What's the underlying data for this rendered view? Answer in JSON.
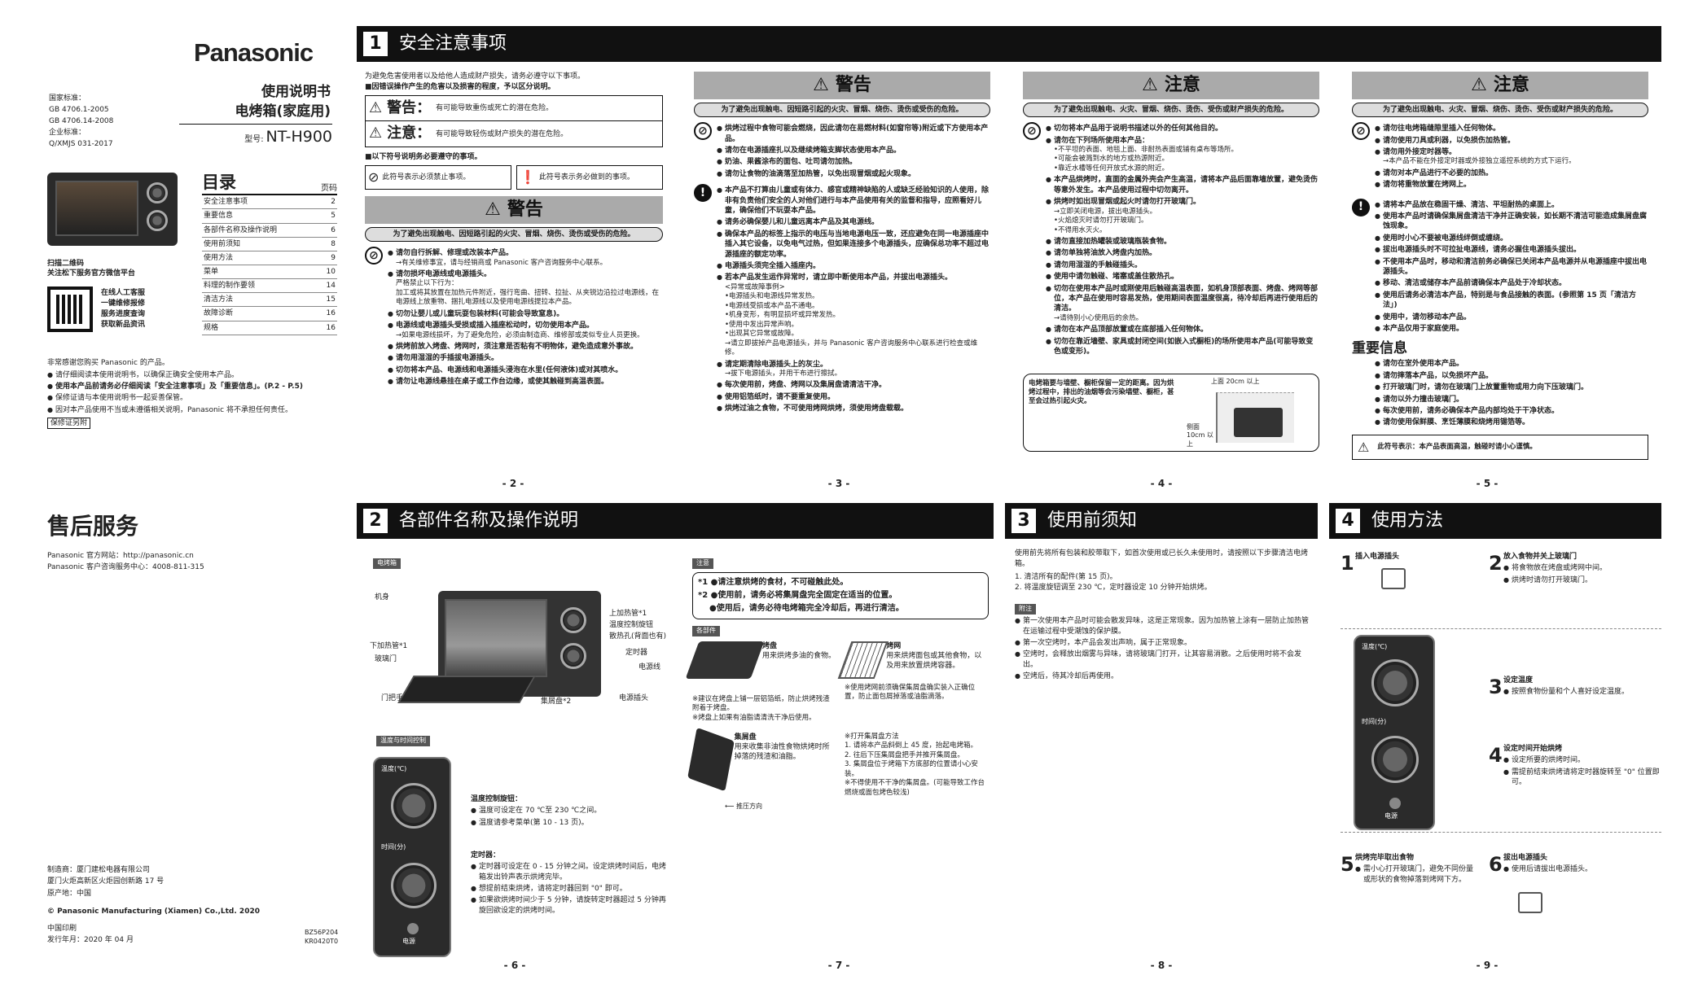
{
  "cover": {
    "brand": "Panasonic",
    "standards": [
      "国家标准：",
      "GB 4706.1-2005",
      "GB 4706.14-2008",
      "企业标准：",
      "Q/XMJS 031-2017"
    ],
    "title": "使用说明书",
    "product": "电烤箱(家庭用)",
    "model_label": "型号:",
    "model": "NT-H900",
    "toc_title": "目录",
    "toc_page_hdr": "页码",
    "toc": [
      [
        "安全注意事项",
        "2"
      ],
      [
        "重要信息",
        "5"
      ],
      [
        "各部件名称及操作说明",
        "6"
      ],
      [
        "使用前须知",
        "8"
      ],
      [
        "使用方法",
        "9"
      ],
      [
        "菜单",
        "10"
      ],
      [
        "料理的制作要领",
        "14"
      ],
      [
        "清洁方法",
        "15"
      ],
      [
        "故障诊断",
        "16"
      ],
      [
        "规格",
        "16"
      ]
    ],
    "qr_caption1": "扫描二维码",
    "qr_caption2": "关注松下服务官方微信平台",
    "qr_services": [
      "在线人工客服",
      "一键维修报修",
      "服务进度查询",
      "获取新品资讯"
    ],
    "intro": "非常感谢您购买 Panasonic 的产品。",
    "intro_bullets": [
      "请仔细阅读本使用说明书，以确保正确安全使用本产品。",
      "使用本产品前请务必仔细阅读「安全注意事项」及「重要信息」。(P.2 - P.5)",
      "保修证请与本使用说明书一起妥善保管。",
      "因对本产品使用不当或未遵循相关说明，Panasonic 将不承担任何责任。"
    ],
    "warranty_tag": "保修证另附"
  },
  "service": {
    "title": "售后服务",
    "website": "Panasonic 官方网站：http://panasonic.cn",
    "hotline": "Panasonic 客户咨询服务中心：4008-811-315",
    "maker": "制造商：厦门建松电器有限公司",
    "address": "厦门火炬高新区火炬园创新路 17 号",
    "origin": "原产地：中国",
    "copyright": "© Panasonic Manufacturing (Xiamen) Co.,Ltd. 2020",
    "printed": "中国印刷",
    "date": "发行年月：2020 年 04 月",
    "codes": [
      "BZ56P204",
      "KR0420T0"
    ]
  },
  "sec1": {
    "num": "1",
    "title": "安全注意事项",
    "intro1": "为避免危害使用者以及给他人造成财产损失，请务必遵守以下事项。",
    "intro2": "■因错误操作产生的危害以及损害的程度，予以区分说明。",
    "warn_label": "警告：",
    "warn_desc": "有可能导致重伤或死亡的潜在危险。",
    "caution_label": "注意：",
    "caution_desc": "有可能导致轻伤或财产损失的潜在危险。",
    "sym_intro": "■以下符号说明务必要遵守的事项。",
    "sym_forbid": "此符号表示必须禁止事项。",
    "sym_must": "此符号表示务必做到的事项。",
    "p2_head": "警告",
    "p2_banner": "为了避免出现触电、因短路引起的火灾、冒烟、烧伤、烫伤或受伤的危险。",
    "p2_items": [
      "请勿自行拆解、修理或改装本产品。",
      "→有关维修事宜，请与经销商或 Panasonic 客户咨询服务中心联系。",
      "请勿损坏电源线或电源插头。",
      "严格禁止以下行为：",
      "加工或将其放置在加热元件附近，强行弯曲、扭转、拉扯、从夹锐边沿拉过电源线，在电源线上放重物、捆扎电源线以及使用电源线提拉本产品。",
      "切勿让婴儿或儿童玩耍包装材料(可能会导致窒息)。",
      "电源线或电源插头受损或插入插座松动时，切勿使用本产品。",
      "→如果电源线损坏，为了避免危险，必须由制造商、维修部或类似专业人员更换。",
      "烘烤前放入烤盘、烤网时，须注意是否粘有不明物体，避免造成意外事故。",
      "请勿用湿湿的手插拔电源插头。",
      "切勿将本产品、电源线和电源插头浸泡在水里(任何液体)或对其喷水。",
      "请勿让电源线悬挂在桌子或工作台边缘，或使其触碰到高温表面。"
    ],
    "p3_head": "警告",
    "p3_banner": "为了避免出现触电、因短路引起的火灾、冒烟、烧伤、烫伤或受伤的危险。",
    "p3_items": [
      "烘烤过程中食物可能会燃烧，因此请勿在易燃材料(如窗帘等)附近或下方使用本产品。",
      "请勿在电源插座扎以及继续烤箱支脚状态使用本产品。",
      "奶油、果酱涂布的面包、吐司请勿加热。",
      "请勿让食物的油滴落至加热管，以免出现冒烟或起火现象。",
      "本产品不打算由儿童或有体力、感官或精神缺陷的人或缺乏经验知识的人使用，除非有负责他们安全的人对他们进行与本产品使用有关的监督和指导，应照看好儿童，确保他们不玩耍本产品。",
      "请务必确保婴儿和儿童远离本产品及其电源线。",
      "确保本产品的标签上指示的电压与当地电源电压一致，还应避免在同一电源插座中插入其它设备，以免电气过热，但如果连接多个电源插头，应确保总功率不超过电源插座的额定功率。",
      "电源插头须完全插入插座内。",
      "若本产品发生运作异常时，请立即中断使用本产品，并拔出电源插头。",
      "<异常或故障事例>",
      "•电源插头和电源线异常发热。",
      "•电源线受损或本产品不通电。",
      "•机身变形，有明显损坏或异常发热。",
      "•使用中发出异常声响。",
      "•出现其它异常或故障。",
      "→请立即拔掉产品电源插头，并与 Panasonic 客户咨询服务中心联系进行检查或维修。",
      "请定期清除电源插头上的灰尘。",
      "→拔下电源插头，并用干布进行擦拭。",
      "每次使用前，烤盘、烤网以及集屑盘请清洁干净。",
      "使用铝箔纸时，请不要重复使用。",
      "烘烤过油之食物，不可使用烤网烘烤，须使用烤盘载载。"
    ],
    "p4_head": "注意",
    "p4_banner": "为了避免出现触电、火灾、冒烟、烧伤、烫伤、受伤或财产损失的危险。",
    "p4_items": [
      "切勿将本产品用于说明书描述以外的任何其他目的。",
      "请勿在下列场所使用本产品：",
      "•不平坦的表面、地毯上面、非耐热表面或铺有桌布等场所。",
      "•可能会被溅到水的地方或热源附近。",
      "•靠近水槽等任何开放式水源的附近。",
      "本产品烘烤时，直面的金属外壳会产生高温，请将本产品后面靠墙放置，避免烫伤等意外发生。本产品使用过程中切勿离开。",
      "烘烤时如出现冒烟或起火时请勿打开玻璃门。",
      "→立即关闭电源，拔出电源插头。",
      "•火焰熄灭时请勿打开玻璃门。",
      "•不得用水灭火。",
      "请勿直接加热罐装或玻璃瓶装食物。",
      "请勿单独将油放入烤盘内加热。",
      "请勿用湿湿的手触碰插头。",
      "使用中请勿触碰、堵塞或盖住散热孔。",
      "切勿在使用本产品时或刚使用后触碰高温表面，如机身顶部表面、烤盘、烤网等部位，本产品在使用时容易发热，使用期间表面温度很高，待冷却后再进行使用后的清洁。",
      "→请待别小心使用后的余热。",
      "请勿在本产品顶部放置或在底部插入任何物体。",
      "切勿在靠近墙壁、家具或封闭空间(如嵌入式橱柜)的场所使用本产品(可能导致变色或变形)。"
    ],
    "p4_note": "电烤箱要与墙壁、橱柜保留一定的距离。因为烘烤过程中，排出的油烟等会污染墙壁、橱柜，甚至会过热引起火灾。",
    "p4_dim_top": "上面 20cm 以上",
    "p4_dim_side": "侧面 10cm 以上",
    "p5_head": "注意",
    "p5_banner": "为了避免出现触电、火灾、冒烟、烧伤、烫伤、受伤或财产损失的危险。",
    "p5_items": [
      "请勿往电烤箱缝隙里插入任何物体。",
      "请勿使用刀具或利器，以免损伤加热管。",
      "请勿用外接定时器等。",
      "→本产品不能在外接定时器或外接独立遥控系统的方式下运行。",
      "请勿对本产品进行不必要的加热。",
      "请勿将重物放置在烤网上。",
      "请将本产品放在稳固干燥、清洁、平坦耐热的桌面上。",
      "使用本产品时请确保集屑盘清洁干净并正确安装，如长期不清洁可能造成集屑盘腐蚀现象。",
      "使用时小心不要被电源线绊倒或缠绕。",
      "拔出电源插头时不可拉扯电源线，请务必握住电源插头拔出。",
      "不使用本产品时，移动和清洁前务必确保已关闭本产品电源并从电源插座中拔出电源插头。",
      "移动、清洁或储存本产品前请确保本产品处于冷却状态。",
      "使用后请务必清洁本产品，特别是与食品接触的表面。(参照第 15 页「清洁方法」)",
      "使用中，请勿移动本产品。",
      "本产品仅用于家庭使用。"
    ],
    "p5_imp_title": "重要信息",
    "p5_imp": [
      "请勿在室外使用本产品。",
      "请勿摔落本产品，以免损坏产品。",
      "打开玻璃门时，请勿在玻璃门上放置重物或用力向下压玻璃门。",
      "请勿以外力撞击玻璃门。",
      "每次使用前，请务必确保本产品内部均处于干净状态。",
      "请勿使用保鲜膜、烹饪薄膜和烧烤用锡箔等。"
    ],
    "p5_hot": "此符号表示：本产品表面高温，触碰时请小心谨慎。"
  },
  "sec2": {
    "num": "2",
    "title": "各部件名称及操作说明",
    "oven_tag": "电烤箱",
    "labels": [
      "机身",
      "上加热管*1",
      "温度控制旋钮",
      "散热孔(背面也有)",
      "定时器",
      "电源线",
      "下加热管*1",
      "玻璃门",
      "门把手",
      "集屑盘*2",
      "电源插头"
    ],
    "notes_tag": "注意",
    "notes": [
      "*1 ●请注意烘烤的食材，不可碰触此处。",
      "*2 ●使用前，请务必将集屑盘完全固定在适当的位置。",
      "●使用后，请务必待电烤箱完全冷却后，再进行清洁。"
    ],
    "acc_tag": "各部件",
    "tray_name": "烤盘",
    "tray_desc": "用来烘烤多油的食物。",
    "rack_name": "烤网",
    "rack_desc": "用来烘烤面包或其他食物，以及用来放置烘烤容器。",
    "tray_notes": [
      "※建议在烤盘上铺一层铝箔纸，防止烘烤残渣附着于烤盘。",
      "※烤盘上如果有油脂请清洗干净后使用。"
    ],
    "rack_notes": [
      "※使用烤网前须确保集屑盘确实装入正确位置，防止面包屑掉落或油脂滴落。"
    ],
    "crumb_name": "集屑盘",
    "crumb_desc": "用来收集非油性食物烘烤时所掉落的残渣和油脂。",
    "crumb_dir": "推压方向",
    "crumb_steps": [
      "※打开集屑盘方法",
      "1. 请将本产品斜倒上 45 度，抬起电烤箱。",
      "2. 往后下压集屑盘把手并推开集屑盘。",
      "3. 集屑盘位于烤箱下方底部的位置请小心安装。",
      "※不得使用不干净的集屑盘。(可能导致工作台燃烧或面包烤色较浅)"
    ],
    "ctl_tag": "温度与时间控制",
    "temp_head": "温度控制旋钮：",
    "temp_items": [
      "温度可设定在 70 ℃至 230 ℃之间。",
      "温度请参考菜单(第 10 - 13 页)。"
    ],
    "timer_head": "定时器：",
    "timer_items": [
      "定时器可设定在 0 - 15 分钟之间。设定烘烤时间后，电烤箱发出铃声表示烘烤完毕。",
      "想提前结束烘烤，请将定时器回到 \"0\" 即可。",
      "如果欲烘烤时间少于 5 分钟，请旋转定时器超过 5 分钟再旋回欲设定的烘烤时间。"
    ],
    "dial_temp": "温度(℃)",
    "dial_time": "时间(分)",
    "power": "电源"
  },
  "sec3": {
    "num": "3",
    "title": "使用前须知",
    "intro": "使用前先将所有包装和胶带取下，如首次使用或已长久未使用时，请按照以下步骤清洁电烤箱。",
    "steps": [
      "1. 清洁所有的配件(第 15 页)。",
      "2. 将温度旋钮调至 230 ℃，定时器设定 10 分钟开始烘烤。"
    ],
    "note_tag": "附注",
    "notes": [
      "第一次使用本产品时可能会散发异味，这是正常现象。因为加热管上涂有一层防止加热管在运输过程中受潮蚀的保护膜。",
      "第一次空烤时，本产品会发出声响，属于正常现象。",
      "空烤时，会释放出烟雾与异味，请将玻璃门打开，让其容易消散。之后使用时将不会发出。",
      "空烤后，待其冷却后再使用。"
    ]
  },
  "sec4": {
    "num": "4",
    "title": "使用方法",
    "steps": [
      {
        "n": "1",
        "title": "插入电源插头",
        "items": []
      },
      {
        "n": "2",
        "title": "放入食物并关上玻璃门",
        "items": [
          "将食物放在烤盘或烤网中间。",
          "烘烤时请勿打开玻璃门。"
        ]
      },
      {
        "n": "3",
        "title": "设定温度",
        "items": [
          "按照食物份量和个人喜好设定温度。"
        ]
      },
      {
        "n": "4",
        "title": "设定时间开始烘烤",
        "items": [
          "设定所要的烘烤时间。",
          "需提前结束烘烤请将定时器旋转至 \"0\" 位置即可。"
        ]
      },
      {
        "n": "5",
        "title": "烘烤完毕取出食物",
        "items": [
          "需小心打开玻璃门，避免不同份量或形状的食物掉落到烤网下方。"
        ]
      },
      {
        "n": "6",
        "title": "拔出电源插头",
        "items": [
          "使用后请拔出电源插头。"
        ]
      }
    ]
  },
  "pages": [
    "- 2 -",
    "- 3 -",
    "- 4 -",
    "- 5 -",
    "- 6 -",
    "- 7 -",
    "- 8 -",
    "- 9 -"
  ],
  "colors": {
    "bar": "#111111",
    "gray_head": "#aaaaaa",
    "banner": "#dddddd"
  }
}
